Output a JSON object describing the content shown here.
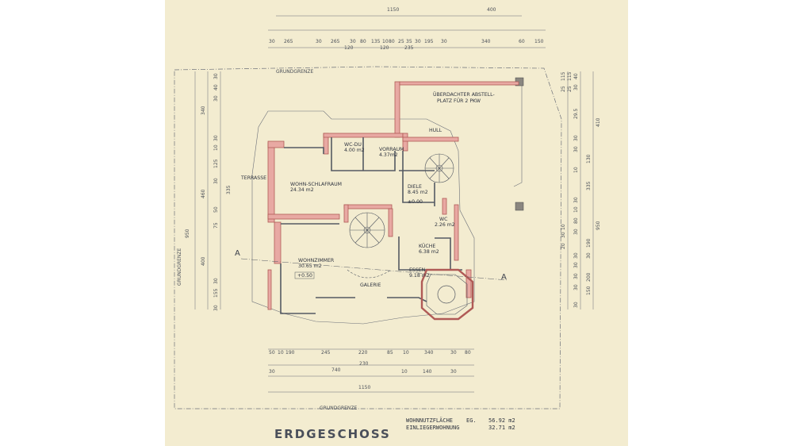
{
  "title": "ERDGESCHOSS",
  "property_line_label": "GRUNDGRENZE",
  "rooms": [
    {
      "name": "WC-DU",
      "area": "4.00 m2"
    },
    {
      "name": "VORRAUM",
      "area": "4.37m2"
    },
    {
      "name": "WOHN-SCHLAFRAUM",
      "area": "24.34 m2"
    },
    {
      "name": "DIELE",
      "area": "8.45 m2"
    },
    {
      "name": "WC",
      "area": "2.26 m2"
    },
    {
      "name": "KÜCHE",
      "area": "6.38 m2"
    },
    {
      "name": "ESSEN",
      "area": "9.18 m2"
    },
    {
      "name": "WOHNZIMMER",
      "area": "30.65 m2"
    }
  ],
  "labels": {
    "terrasse": "TERRASSE",
    "hull": "HULL",
    "carport_line1": "ÜBERDACHTER  ABSTELL-",
    "carport_line2": "PLATZ  FÜR  2 PKW",
    "galerie": "GALERIE",
    "level_diele": "±0.00",
    "level_wohn": "+0.50",
    "section_marker": "A"
  },
  "dimensions": {
    "top_overall": [
      "1150",
      "400"
    ],
    "top_row": [
      "30",
      "265",
      "30",
      "265",
      "30",
      "80",
      "135",
      "10",
      "80",
      "25",
      "35",
      "30",
      "195",
      "30",
      "340",
      "60",
      "150"
    ],
    "top_sub": [
      "120",
      "120",
      "235"
    ],
    "bottom_row": [
      "50",
      "10",
      "190",
      "245",
      "220",
      "85",
      "10",
      "340",
      "30",
      "80"
    ],
    "bottom_mid": [
      "740",
      "230"
    ],
    "bottom_sub": [
      "30",
      "10",
      "140",
      "30"
    ],
    "bottom_overall": "1150",
    "left_overall": "950",
    "left_row": [
      "30",
      "40",
      "30",
      "340",
      "30",
      "10",
      "125",
      "30",
      "460",
      "50",
      "75",
      "400",
      "30",
      "155",
      "30"
    ],
    "left_sub": [
      "335"
    ],
    "right_overall": [
      "410",
      "950"
    ],
    "right_row": [
      "40",
      "30",
      "29.5",
      "30",
      "30",
      "130",
      "10",
      "335",
      "30",
      "10",
      "80",
      "30",
      "190",
      "30",
      "30",
      "30",
      "200",
      "30",
      "30",
      "20",
      "10",
      "30",
      "150",
      "30"
    ],
    "right_small": [
      "115",
      "25",
      "115",
      "25"
    ]
  },
  "area_summary": {
    "row1_label": "WOHNNUTZFLÄCHE",
    "row1_prefix": "EG.",
    "row1_value": "56.92 m2",
    "row2_label": "EINLIEGERWOHNUNG",
    "row2_value": "32.71 m2"
  },
  "colors": {
    "paper": "#f3ecd0",
    "wall_fill": "#e8a9a3",
    "wall_outline": "#b05a56",
    "ink": "#4a4f58"
  }
}
